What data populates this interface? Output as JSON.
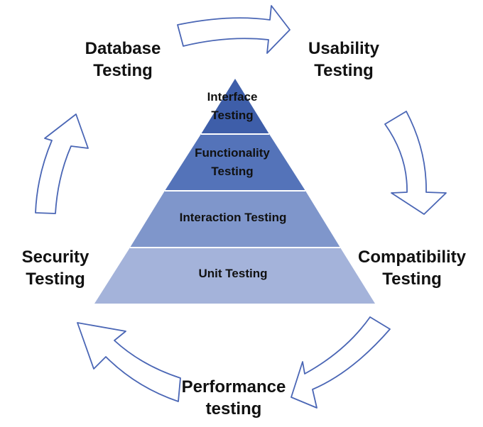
{
  "pyramid": {
    "levels": [
      {
        "lines": [
          "Interface",
          "Testing"
        ],
        "color": "#3e5ea9"
      },
      {
        "lines": [
          "Functionality",
          "Testing"
        ],
        "color": "#5473b9"
      },
      {
        "lines": [
          "Interaction Testing"
        ],
        "color": "#7f96cb"
      },
      {
        "lines": [
          "Unit Testing"
        ],
        "color": "#a4b3da"
      }
    ]
  },
  "cycle": {
    "database": [
      "Database",
      "Testing"
    ],
    "usability": [
      "Usability",
      "Testing"
    ],
    "compatibility": [
      "Compatibility",
      "Testing"
    ],
    "performance": [
      "Performance",
      "testing"
    ],
    "security": [
      "Security",
      "Testing"
    ]
  },
  "colors": {
    "arrow_stroke": "#4a66b5",
    "arrow_fill": "#ffffff",
    "label_text": "#111111",
    "divider": "#ffffff"
  }
}
